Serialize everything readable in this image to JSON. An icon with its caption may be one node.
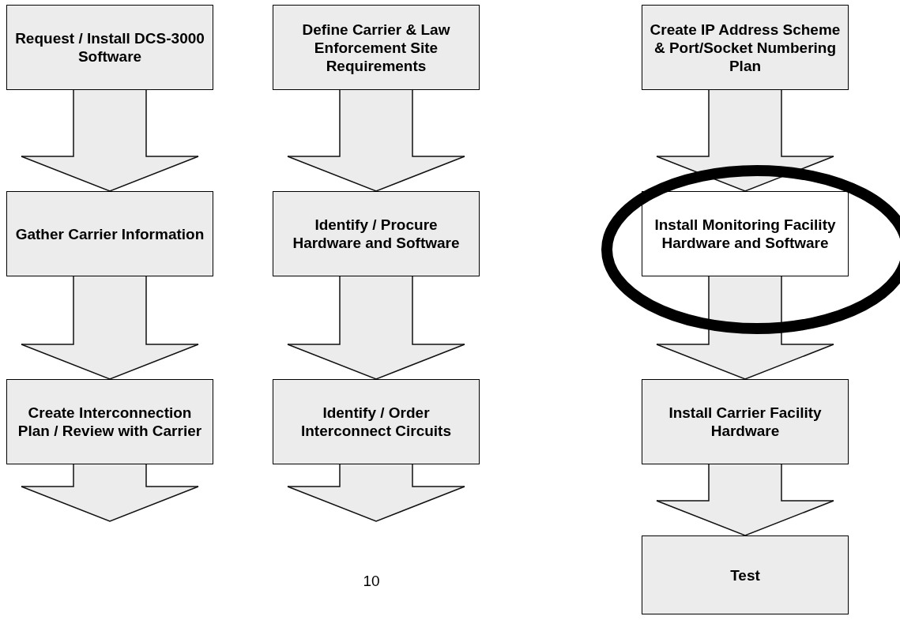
{
  "diagram": {
    "nodes": [
      {
        "text": [
          "Request / Install DCS-3000 Software"
        ]
      },
      {
        "text": [
          "Define Carrier & Law Enforcement Site Requirements"
        ]
      },
      {
        "text": [
          "Create IP Address Scheme & Port/Socket Numbering Plan"
        ]
      },
      {
        "text": [
          "Gather Carrier Information"
        ]
      },
      {
        "text": [
          "Identify / Procure Hardware and Software"
        ]
      },
      {
        "text": [
          "Install Monitoring Facility Hardware and Software"
        ]
      },
      {
        "text": [
          "Create Interconnection Plan / Review with Carrier"
        ]
      },
      {
        "text": [
          "Identify / Order Interconnect Circuits"
        ]
      },
      {
        "text": [
          "Install Carrier Facility Hardware"
        ]
      },
      {
        "text": [
          "Test"
        ]
      }
    ],
    "edges": [
      {
        "from": 0,
        "to": 3,
        "arrow": "to"
      },
      {
        "from": 1,
        "to": 4,
        "arrow": "to"
      },
      {
        "from": 2,
        "to": 5,
        "arrow": "to"
      },
      {
        "from": 3,
        "to": 6,
        "arrow": "to"
      },
      {
        "from": 4,
        "to": 7,
        "arrow": "to"
      },
      {
        "from": 5,
        "to": 8,
        "arrow": "to"
      },
      {
        "from": 6,
        "to": null,
        "arrow": "to"
      },
      {
        "from": 7,
        "to": null,
        "arrow": "to"
      },
      {
        "from": 8,
        "to": 9,
        "arrow": "to"
      }
    ],
    "labels": [
      "10"
    ]
  }
}
